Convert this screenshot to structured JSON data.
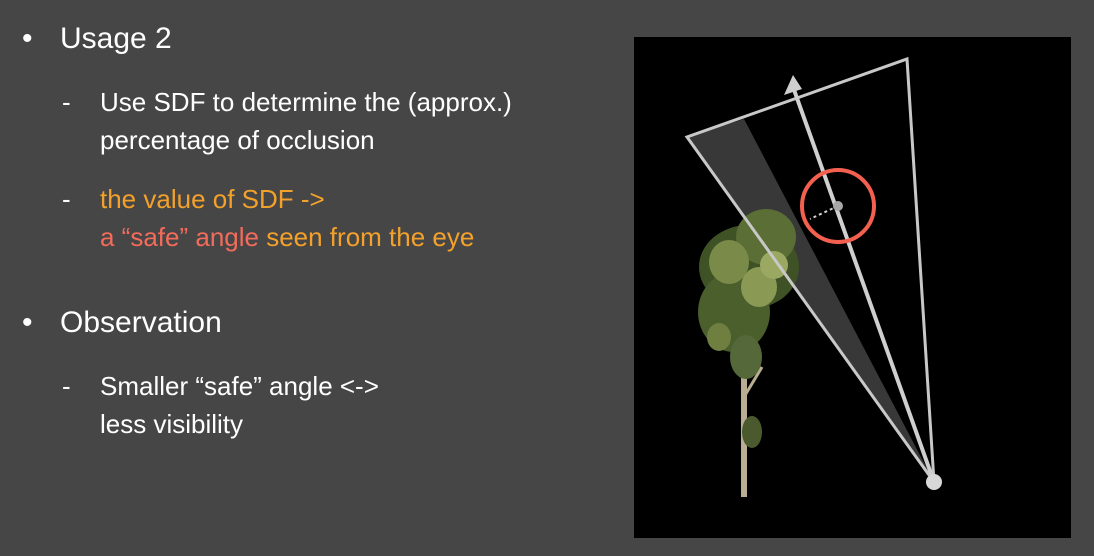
{
  "bullets": [
    {
      "heading": "Usage 2",
      "items": [
        {
          "line1": "Use SDF to determine the (approx.)",
          "line2": "percentage of occlusion"
        },
        {
          "line1": "the value of SDF ->",
          "line2_part1": "a “safe” angle",
          "line2_part2": " seen from the eye"
        }
      ]
    },
    {
      "heading": "Observation",
      "items": [
        {
          "line1": "Smaller “safe” angle <->",
          "line2": "less visibility"
        }
      ]
    }
  ],
  "symbols": {
    "bullet": "•",
    "dash": "-"
  },
  "colors": {
    "background": "#464646",
    "text": "#ffffff",
    "highlight_orange": "#f3a12b",
    "highlight_salmon": "#f26b5b",
    "circle": "#f4604f"
  }
}
